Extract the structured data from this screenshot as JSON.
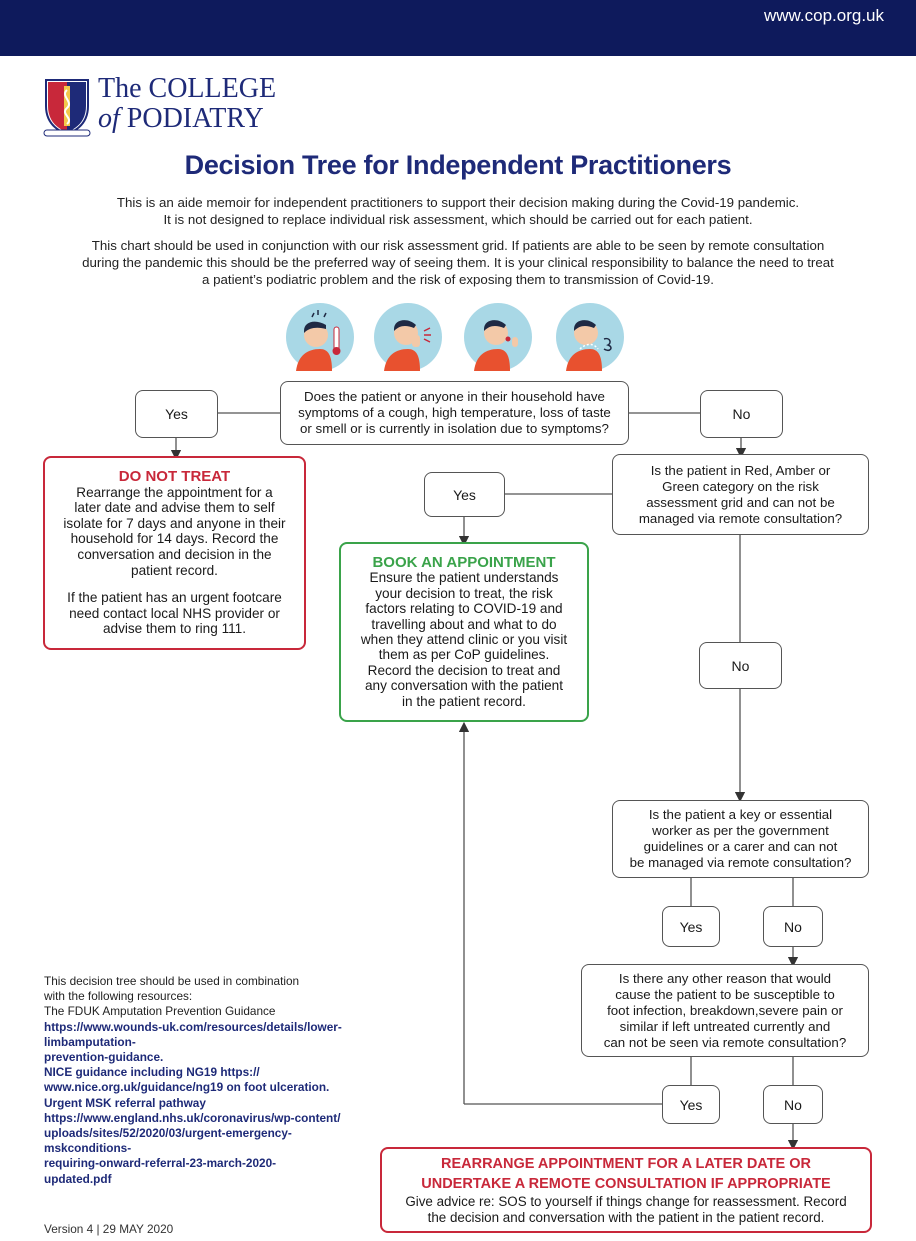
{
  "header": {
    "url": "www.cop.org.uk"
  },
  "logo": {
    "line1": "The COLLEGE",
    "line2_prefix": "of",
    "line2_main": "PODIATRY"
  },
  "title": "Decision Tree for Independent Practitioners",
  "intro": {
    "p1_l1": "This is an aide memoir for independent practitioners to support their decision making during the Covid-19 pandemic.",
    "p1_l2": "It is not designed to replace individual risk assessment, which should be carried out for each patient.",
    "p2_l1": "This chart should be used in conjunction with our risk assessment grid. If patients are able to be seen by remote consultation",
    "p2_l2": "during the pandemic this should be the preferred way of seeing them. It is your clinical responsibility to balance the need to treat",
    "p2_l3": "a patient’s podiatric problem and the risk of exposing them to transmission of Covid-19."
  },
  "icons": [
    "high-temperature-icon",
    "cough-icon",
    "loss-of-taste-icon",
    "breathing-difficulty-icon"
  ],
  "q1": {
    "l1": "Does the patient or anyone in their household have",
    "l2": "symptoms of a cough, high temperature, loss of taste",
    "l3": "or smell or is currently in isolation due to symptoms?"
  },
  "yes1": "Yes",
  "no1": "No",
  "do_not_treat": {
    "title": "DO NOT TREAT",
    "l1": "Rearrange the appointment for a",
    "l2": "later date and advise them to self",
    "l3": "isolate for 7 days and anyone in their",
    "l4": "household for 14 days. Record the",
    "l5": "conversation and decision in the",
    "l6": "patient record.",
    "l7": "If the patient has an urgent footcare",
    "l8": "need contact local NHS provider or",
    "l9": "advise them to ring 111."
  },
  "q2": {
    "l1": "Is the patient in Red, Amber or",
    "l2": "Green category on the risk",
    "l3": "assessment grid and can not be",
    "l4": "managed via remote consultation?"
  },
  "yes2": "Yes",
  "book": {
    "title": "BOOK AN APPOINTMENT",
    "l1": "Ensure the patient understands",
    "l2": "your decision to treat, the risk",
    "l3": "factors relating to COVID-19 and",
    "l4": "travelling about and what to do",
    "l5": "when they attend clinic or you visit",
    "l6": "them as per CoP guidelines.",
    "l7": "Record the decision to treat and",
    "l8": "any conversation with the patient",
    "l9": "in the patient record."
  },
  "no2": "No",
  "q3": {
    "l1": "Is the patient a key or essential",
    "l2": "worker as per the government",
    "l3": "guidelines or a carer and can not",
    "l4": "be managed via remote consultation?"
  },
  "yes3": "Yes",
  "no3": "No",
  "q4": {
    "l1": "Is there any other reason that would",
    "l2": "cause the patient to be susceptible to",
    "l3": "foot infection, breakdown,severe pain or",
    "l4": "similar if left untreated currently and",
    "l5": "can not be seen via remote consultation?"
  },
  "yes4": "Yes",
  "no4": "No",
  "rearrange": {
    "title_l1": "REARRANGE APPOINTMENT FOR A LATER DATE OR",
    "title_l2": "UNDERTAKE A REMOTE CONSULTATION IF APPROPRIATE",
    "l1": "Give advice re: SOS to yourself if things change for reassessment. Record",
    "l2": "the decision and conversation with the patient in the patient record."
  },
  "resources": {
    "l1": "This decision tree should be used in combination",
    "l2": "with the following resources:",
    "l3": "The FDUK Amputation Prevention Guidance",
    "l4": "https://www.wounds-uk.com/resources/details/lower-",
    "l5": "limbamputation-",
    "l6": "prevention-guidance.",
    "l7": "NICE guidance including NG19 https://",
    "l8": "www.nice.org.uk/guidance/ng19 on foot ulceration.",
    "l9": "Urgent MSK referral pathway",
    "l10": "https://www.england.nhs.uk/coronavirus/wp-content/",
    "l11": "uploads/sites/52/2020/03/urgent-emergency-",
    "l12": "mskconditions-",
    "l13": "requiring-onward-referral-23-march-2020-",
    "l14": "updated.pdf"
  },
  "version": "Version 4 | 29 MAY 2020",
  "colors": {
    "navy": "#0e1a5c",
    "brand_blue": "#1e2a78",
    "red": "#c8283a",
    "green": "#3aa34a",
    "icon_bg": "#a9d8e6"
  }
}
